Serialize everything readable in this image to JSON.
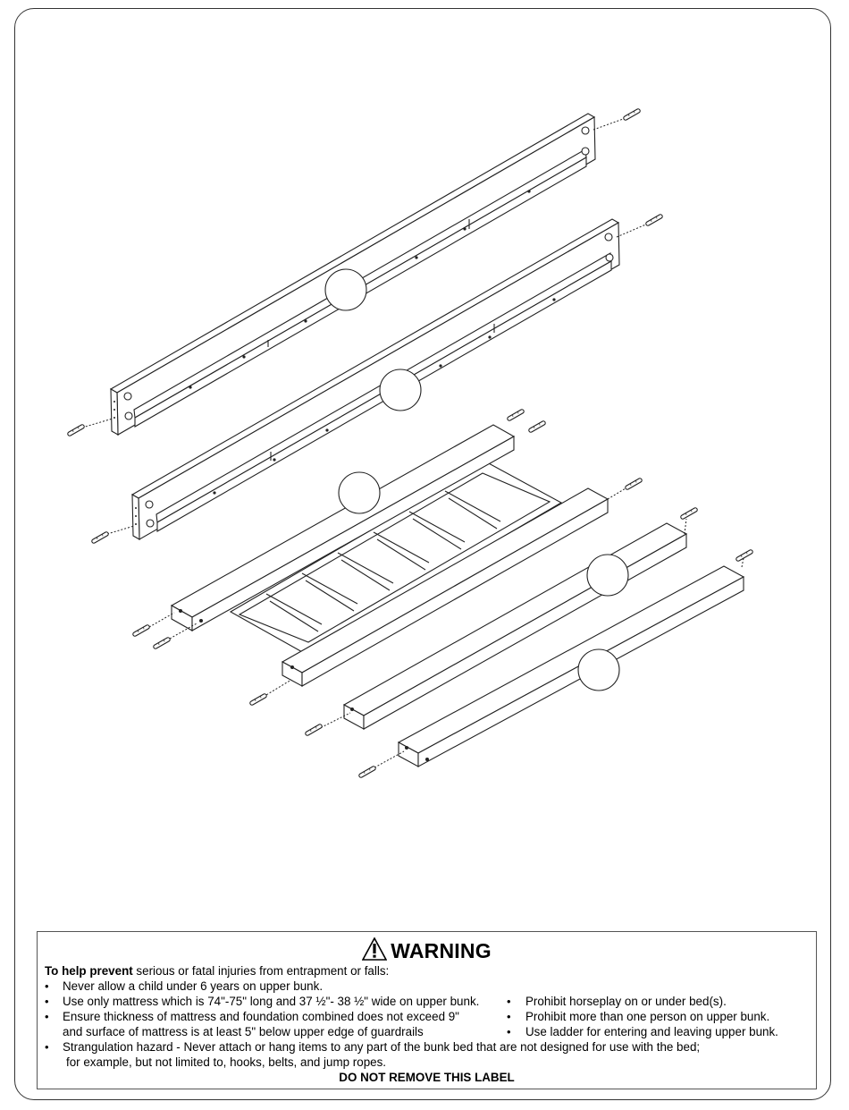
{
  "warning": {
    "title": "WARNING",
    "intro_bold": "To help prevent",
    "intro_rest": " serious or fatal injuries from entrapment or falls:",
    "left_items": [
      "Never allow a child under 6 years on upper bunk.",
      "Use only mattress which is 74\"-75\" long and 37 ½\"- 38 ½\" wide on upper bunk.",
      "Ensure thickness of mattress and foundation combined does not exceed 9\"",
      "and surface of mattress is at least  5\" below upper edge of guardrails",
      "Strangulation hazard - Never attach or hang items to any part of the bunk bed that are not designed for use with the bed;",
      "for example, but not limited to, hooks, belts, and jump ropes."
    ],
    "right_items": [
      "Prohibit horseplay on or under bed(s).",
      "Prohibit more than one person on upper bunk.",
      "Use ladder for entering and leaving upper bunk."
    ],
    "footer": "DO NOT REMOVE THIS LABEL"
  }
}
